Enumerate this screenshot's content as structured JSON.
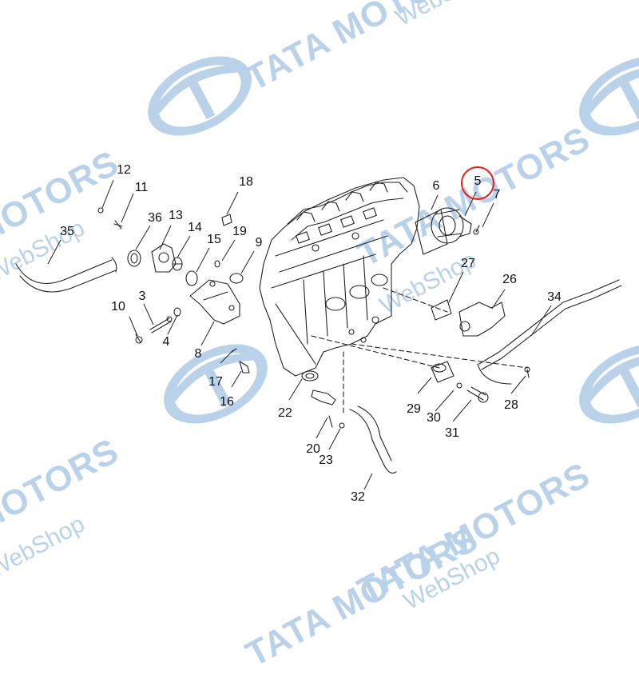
{
  "watermark": {
    "brand": "TATA MOTORS",
    "sub": "WebShop",
    "color": "#b9d2ea"
  },
  "highlight": {
    "part": "5",
    "ring_color": "#e02020"
  },
  "callouts": [
    {
      "id": "c1",
      "text": "12"
    },
    {
      "id": "c2",
      "text": "11"
    },
    {
      "id": "c3",
      "text": "36"
    },
    {
      "id": "c4",
      "text": "13"
    },
    {
      "id": "c5",
      "text": "14"
    },
    {
      "id": "c6",
      "text": "15"
    },
    {
      "id": "c7",
      "text": "18"
    },
    {
      "id": "c8",
      "text": "19"
    },
    {
      "id": "c9",
      "text": "9"
    },
    {
      "id": "c10",
      "text": "35"
    },
    {
      "id": "c11",
      "text": "10"
    },
    {
      "id": "c12",
      "text": "3"
    },
    {
      "id": "c13",
      "text": "4"
    },
    {
      "id": "c14",
      "text": "8"
    },
    {
      "id": "c15",
      "text": "17"
    },
    {
      "id": "c16",
      "text": "16"
    },
    {
      "id": "c17",
      "text": "22"
    },
    {
      "id": "c18",
      "text": "20"
    },
    {
      "id": "c19",
      "text": "23"
    },
    {
      "id": "c20",
      "text": "32"
    },
    {
      "id": "c21",
      "text": "6"
    },
    {
      "id": "c22",
      "text": "5"
    },
    {
      "id": "c23",
      "text": "7"
    },
    {
      "id": "c24",
      "text": "27"
    },
    {
      "id": "c25",
      "text": "26"
    },
    {
      "id": "c26",
      "text": "34"
    },
    {
      "id": "c27",
      "text": "29"
    },
    {
      "id": "c28",
      "text": "30"
    },
    {
      "id": "c29",
      "text": "31"
    },
    {
      "id": "c30",
      "text": "28"
    }
  ]
}
